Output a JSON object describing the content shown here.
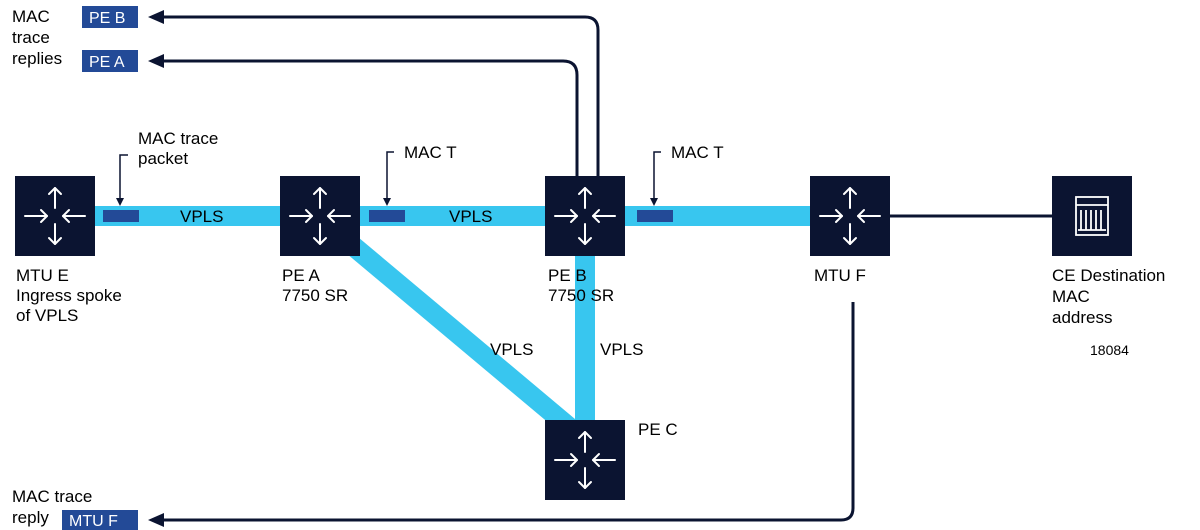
{
  "colors": {
    "node": "#0b1431",
    "link": "#38c6ef",
    "packet": "#234a97",
    "arrow": "#0b1431",
    "tag_bg": "#234a97",
    "tag_text": "#ffffff"
  },
  "nodes": {
    "mtu_e": {
      "icon": "router-icon",
      "label_lines": [
        "MTU E",
        "Ingress spoke",
        "of VPLS"
      ]
    },
    "pe_a": {
      "icon": "router-icon",
      "label_lines": [
        "PE A",
        "7750 SR"
      ]
    },
    "pe_b": {
      "icon": "router-icon",
      "label_lines": [
        "PE B",
        "7750 SR"
      ]
    },
    "mtu_f": {
      "icon": "router-icon",
      "label_lines": [
        "MTU F"
      ]
    },
    "pe_c": {
      "icon": "router-icon",
      "label_lines": [
        "PE C"
      ]
    },
    "ce": {
      "icon": "server-icon",
      "label_lines": [
        "CE Destination",
        "MAC",
        "address"
      ]
    }
  },
  "links": {
    "e_a": "VPLS",
    "a_b": "VPLS",
    "a_c": "VPLS",
    "b_c": "VPLS"
  },
  "packets": {
    "p1": [
      "MAC trace",
      "packet"
    ],
    "p2": [
      "MAC T"
    ],
    "p3": [
      "MAC T"
    ]
  },
  "replies": {
    "header_lines": [
      "MAC",
      "trace",
      "replies"
    ],
    "tag_pe_b": "PE B",
    "tag_pe_a": "PE A",
    "bottom_lines": [
      "MAC trace",
      "reply"
    ],
    "tag_mtu_f": "MTU F"
  },
  "figure_id": "18084"
}
